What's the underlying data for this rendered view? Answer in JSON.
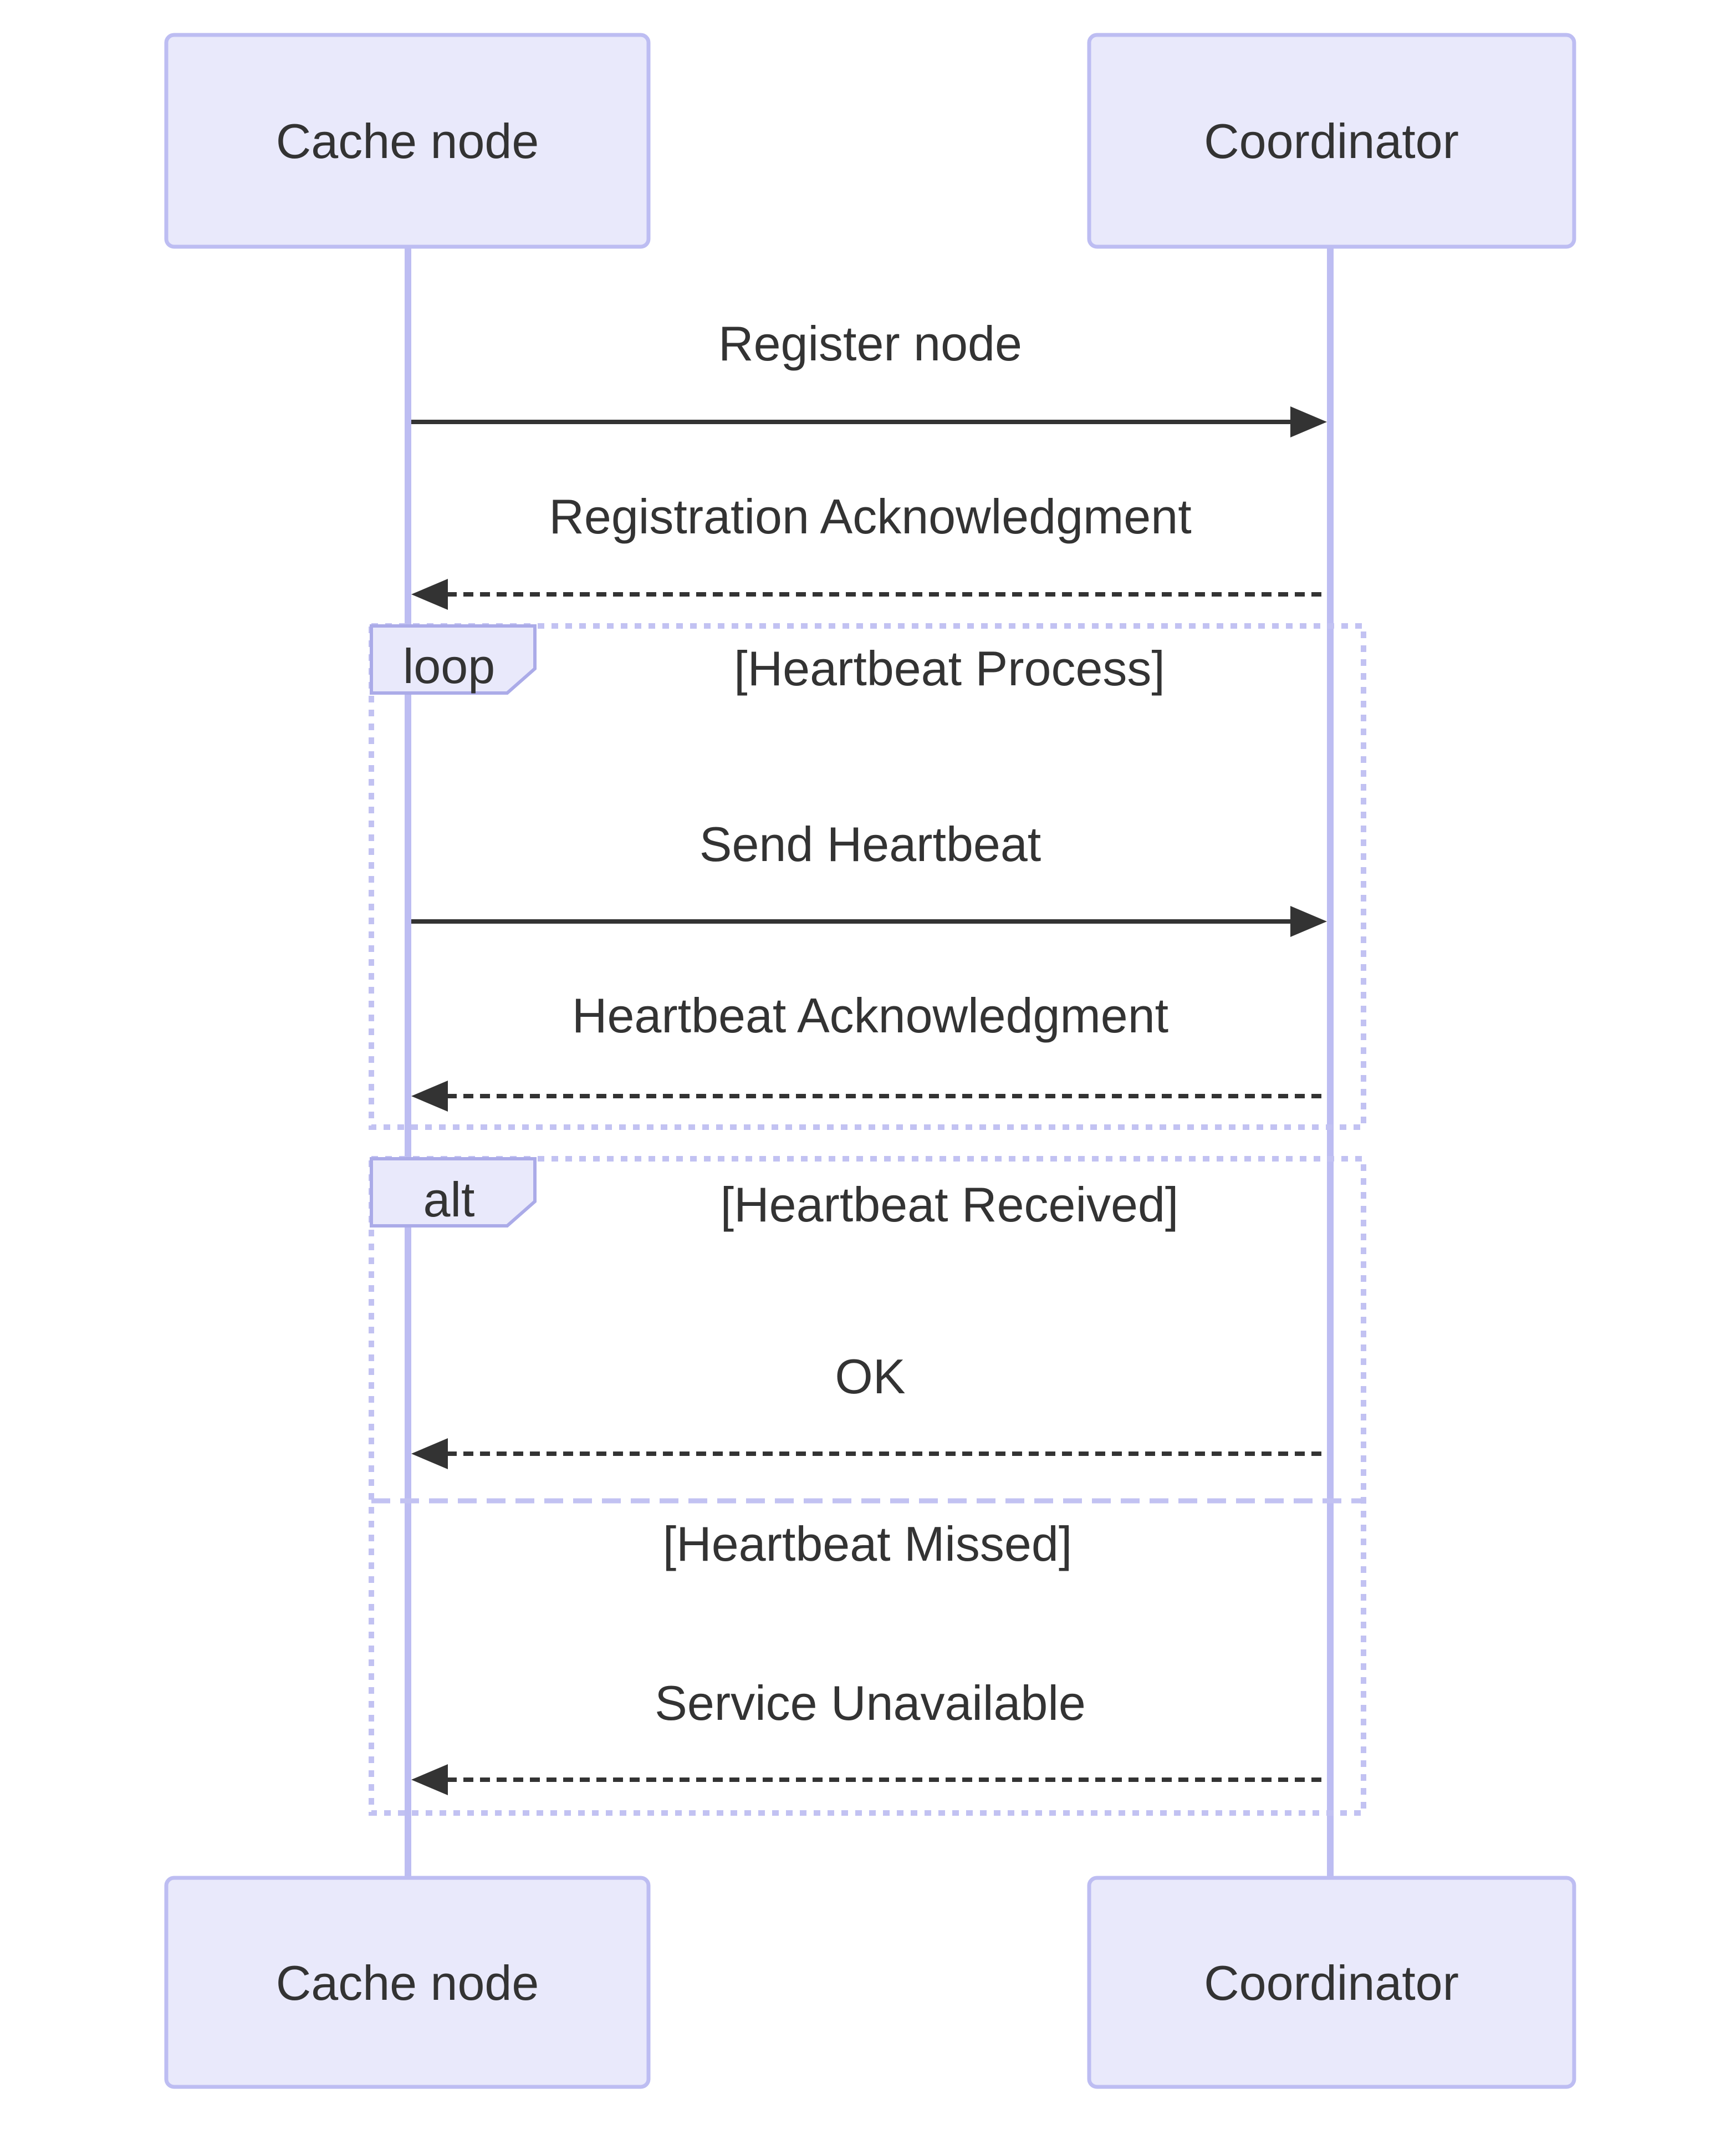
{
  "participants": [
    {
      "name": "Cache node"
    },
    {
      "name": "Coordinator"
    }
  ],
  "messages": [
    {
      "label": "Register node",
      "type": "solid",
      "from": "Cache node",
      "to": "Coordinator"
    },
    {
      "label": "Registration Acknowledgment",
      "type": "dashed",
      "from": "Coordinator",
      "to": "Cache node"
    },
    {
      "label": "Send Heartbeat",
      "type": "solid",
      "from": "Cache node",
      "to": "Coordinator"
    },
    {
      "label": "Heartbeat Acknowledgment",
      "type": "dashed",
      "from": "Coordinator",
      "to": "Cache node"
    },
    {
      "label": "OK",
      "type": "dashed",
      "from": "Coordinator",
      "to": "Cache node"
    },
    {
      "label": "Service Unavailable",
      "type": "dashed",
      "from": "Coordinator",
      "to": "Cache node"
    }
  ],
  "frames": {
    "loop": {
      "label": "loop",
      "title": "[Heartbeat Process]"
    },
    "alt": {
      "label": "alt",
      "sections": [
        "[Heartbeat Received]",
        "[Heartbeat Missed]"
      ]
    }
  },
  "colors": {
    "background": "#FFFFFF",
    "actor_fill": "#E9E9FB",
    "actor_border": "#BDBDF2",
    "lifeline": "#BDBDF2",
    "frame_border": "#C2C2F2",
    "label_fill": "#E9E9FB",
    "text": "#333333",
    "arrow": "#333333"
  }
}
